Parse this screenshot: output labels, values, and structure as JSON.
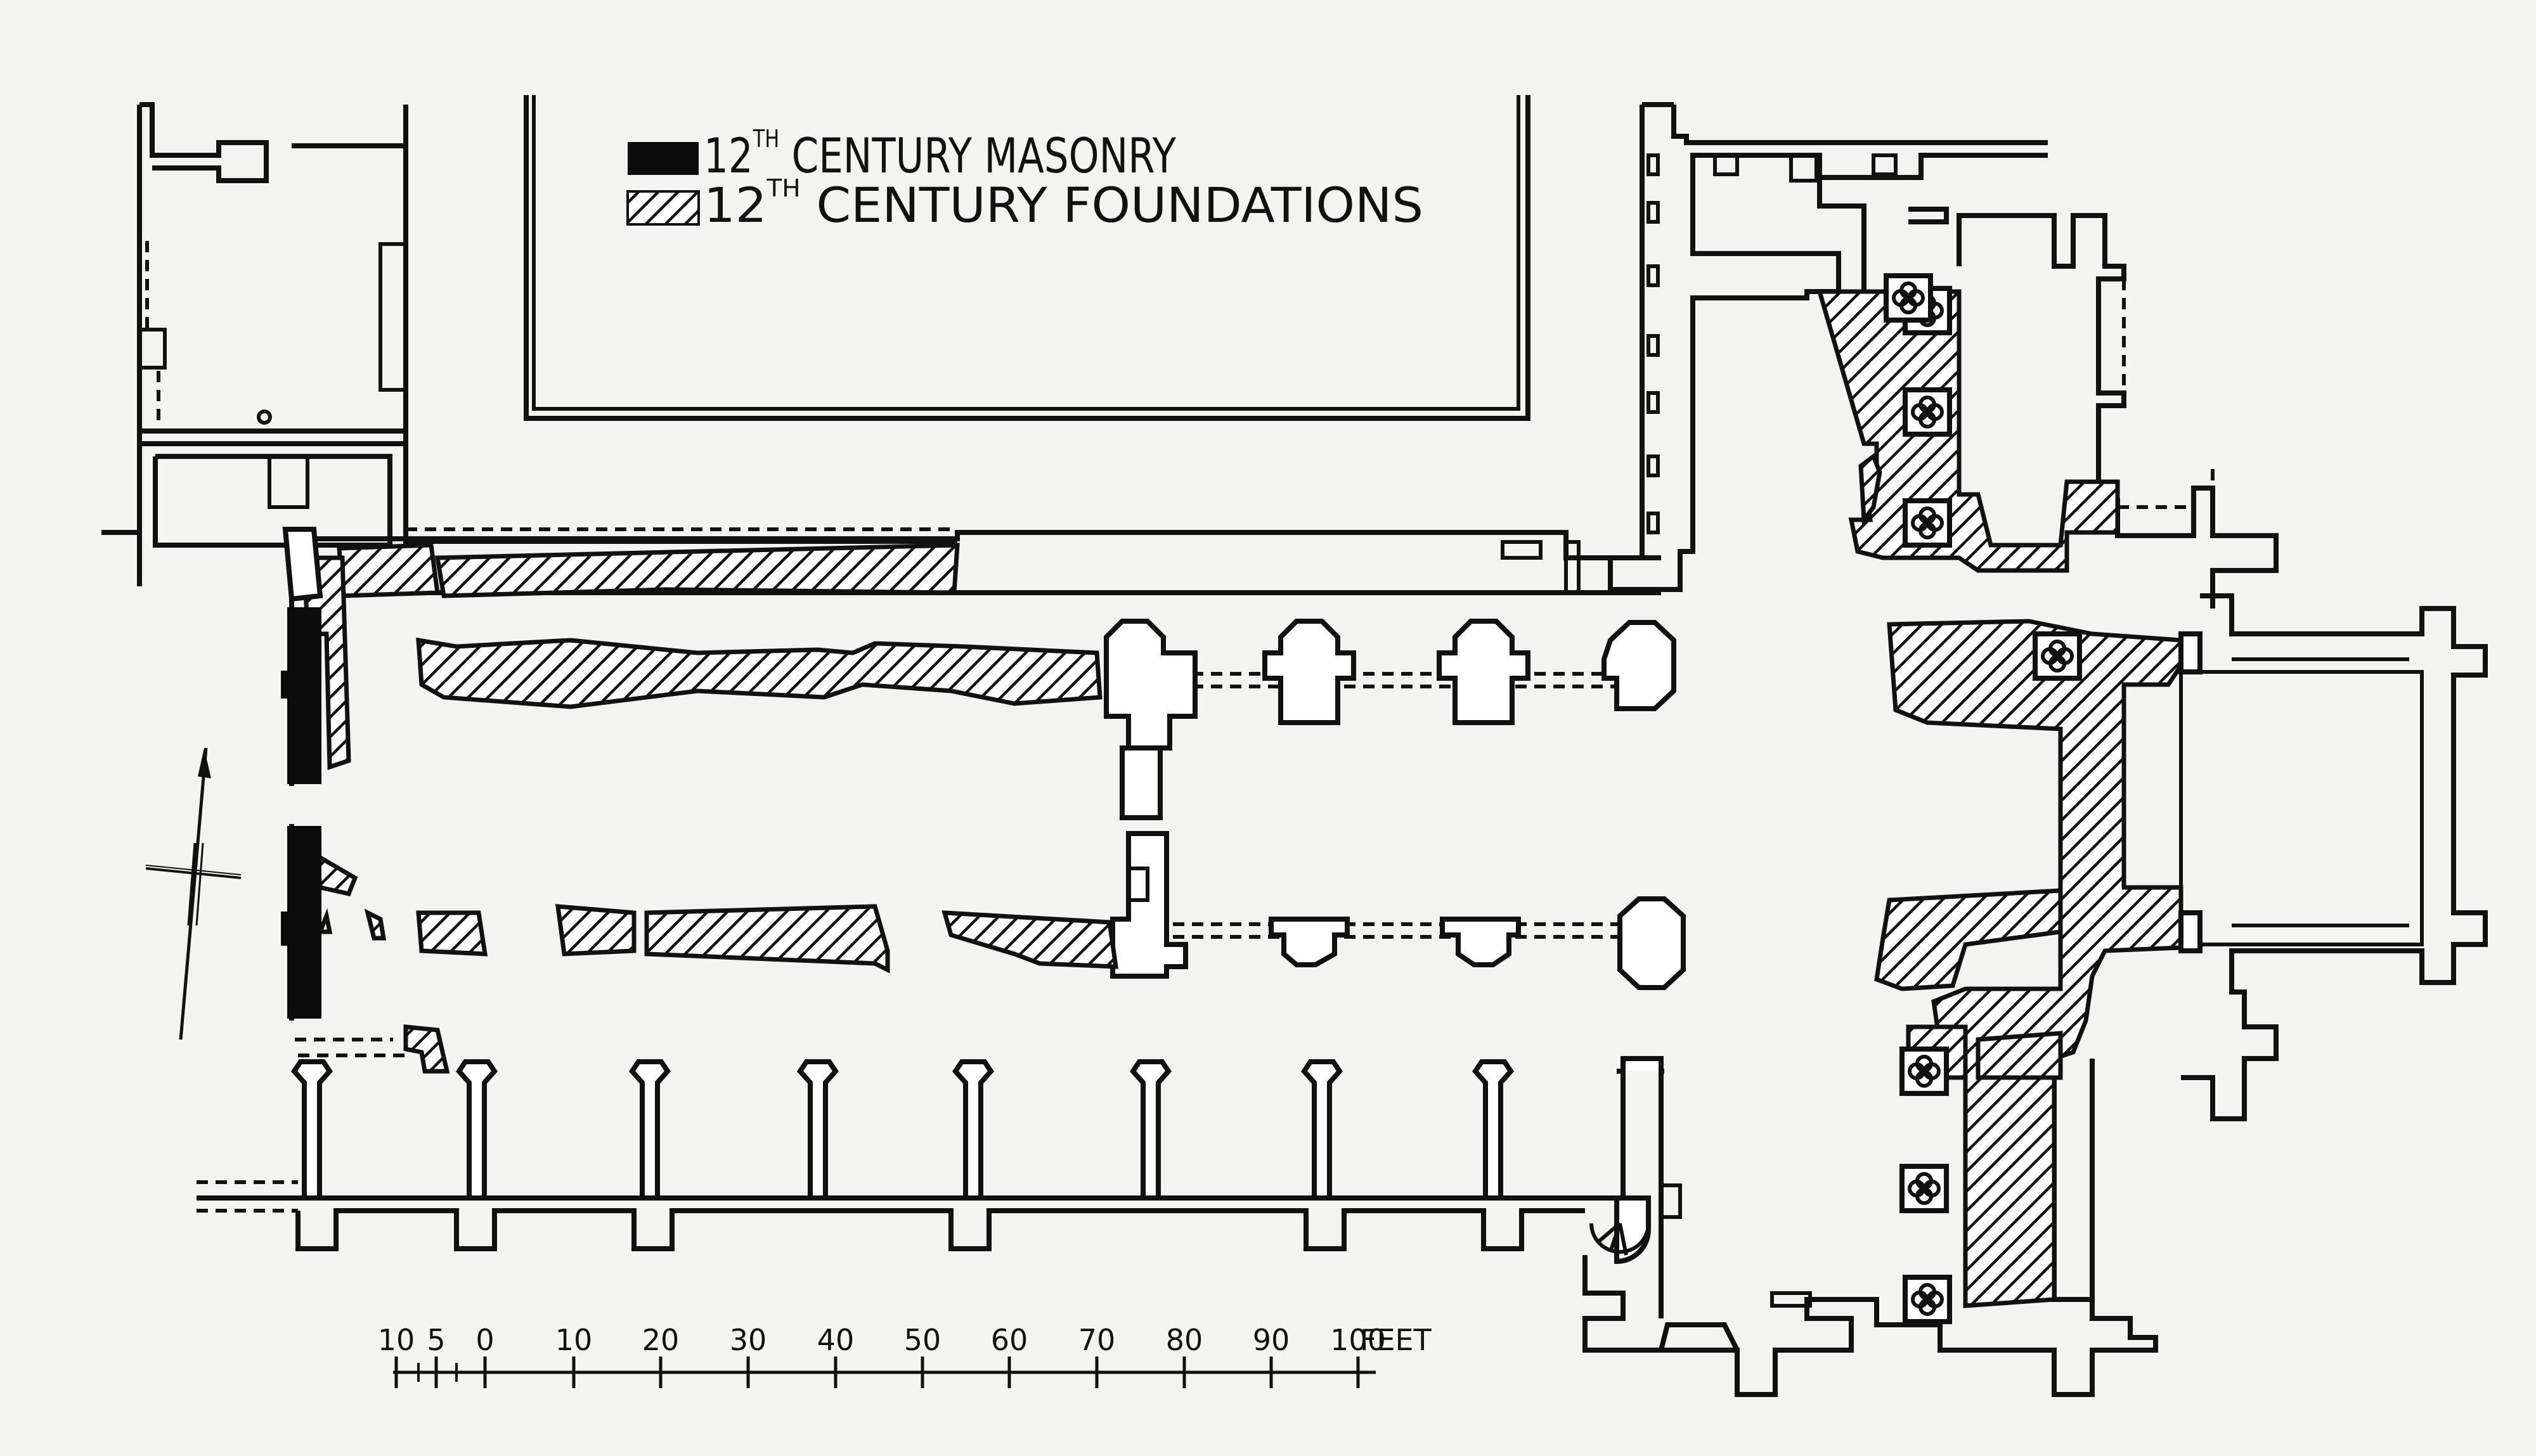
{
  "legend": {
    "masonry": {
      "label_num": "12",
      "label_sup": "TH",
      "label_text": " CENTURY MASONRY",
      "fill": "#0b0b0b"
    },
    "foundations": {
      "label_num": "12",
      "label_sup": "TH",
      "label_text": " CENTURY FOUNDATIONS",
      "fill": "hatched"
    }
  },
  "scale_bar": {
    "ticks": [
      "10",
      "5",
      "0",
      "10",
      "20",
      "30",
      "40",
      "50",
      "60",
      "70",
      "80",
      "90",
      "100"
    ],
    "unit": "FEET"
  },
  "north_arrow": {
    "icon": "north-arrow-icon"
  },
  "colors": {
    "ink": "#111111",
    "paper": "#f3f3f1"
  }
}
